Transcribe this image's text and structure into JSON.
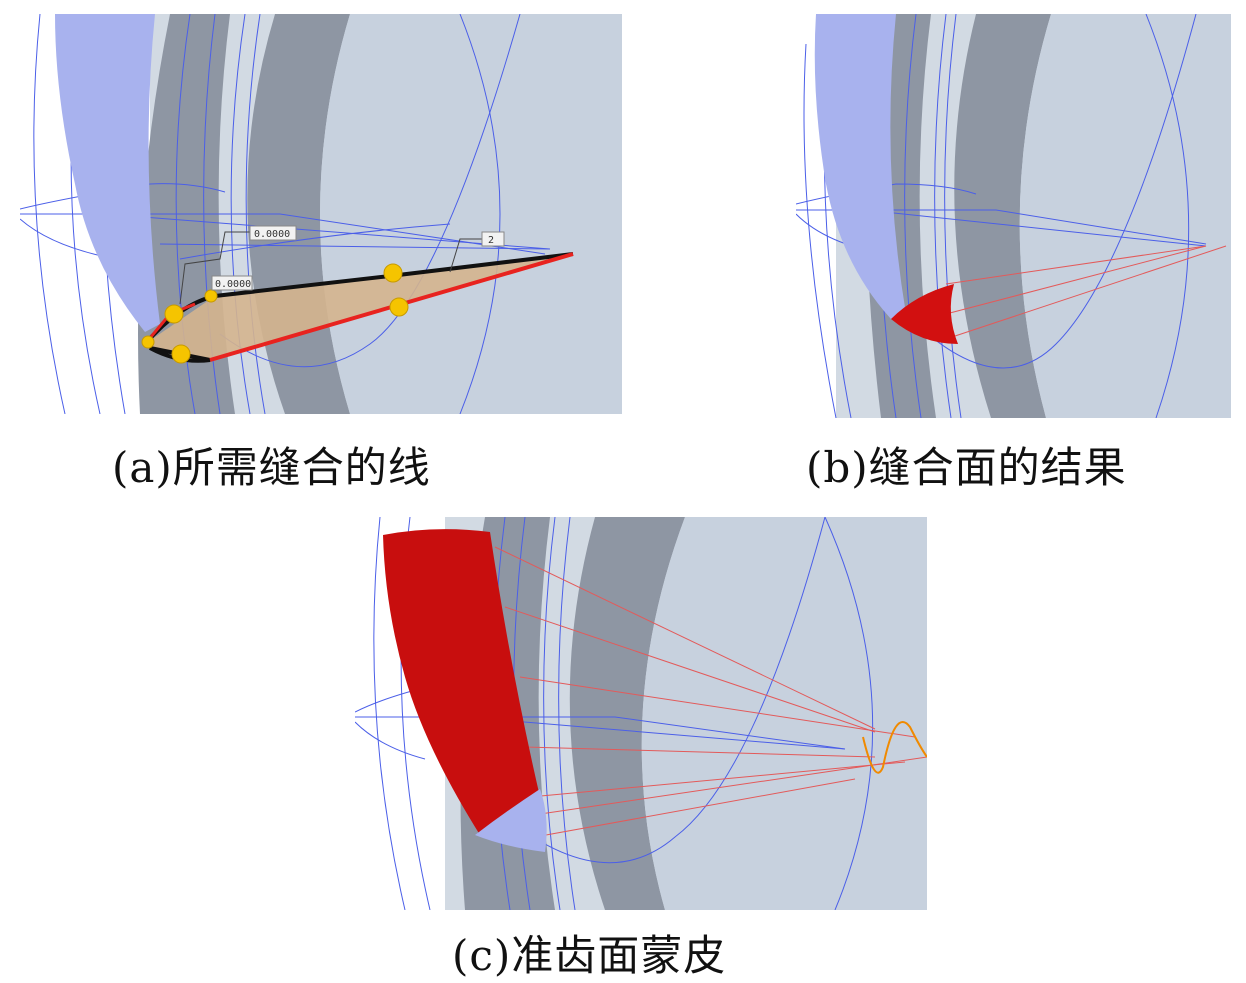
{
  "panels": [
    {
      "id": "a",
      "caption": "(a)所需缝合的线",
      "dimension_labels": [
        "0.0000",
        "0.0000",
        "2"
      ],
      "colors": {
        "background": "#c7d2df",
        "ring": "#8f97a3",
        "tooth": "#a8b2ee",
        "boundary_highlight": "#e8231f",
        "region_fill": "#d4b48e",
        "handle": "#f5c400"
      }
    },
    {
      "id": "b",
      "caption": "(b)缝合面的结果",
      "colors": {
        "background": "#c7d2df",
        "ring": "#8f97a3",
        "tooth": "#a8b2ee",
        "stitched_surface": "#d21010"
      }
    },
    {
      "id": "c",
      "caption": "(c)准齿面蒙皮",
      "colors": {
        "background": "#c7d2df",
        "ring": "#8f97a3",
        "tooth_surface": "#c80e0e",
        "boundary_curve": "#f08a00"
      }
    }
  ]
}
